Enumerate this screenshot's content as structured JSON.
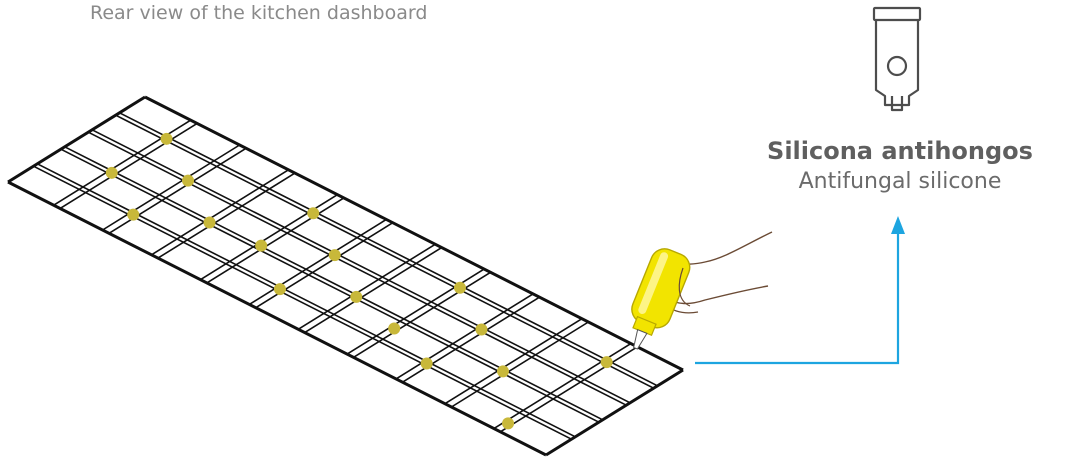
{
  "caption": "Rear view of the kitchen dashboard",
  "product": {
    "name_es": "Silicona antihongos",
    "name_en": "Antifungal silicone"
  },
  "colors": {
    "grid": "#111111",
    "dots": "#c8b83a",
    "arrow": "#1da5e0",
    "tube": "#4d4d4d",
    "bottle": "#f2e400"
  },
  "icons": [
    "silicone-tube-icon",
    "hand-with-bottle-icon",
    "flow-arrow-icon"
  ]
}
